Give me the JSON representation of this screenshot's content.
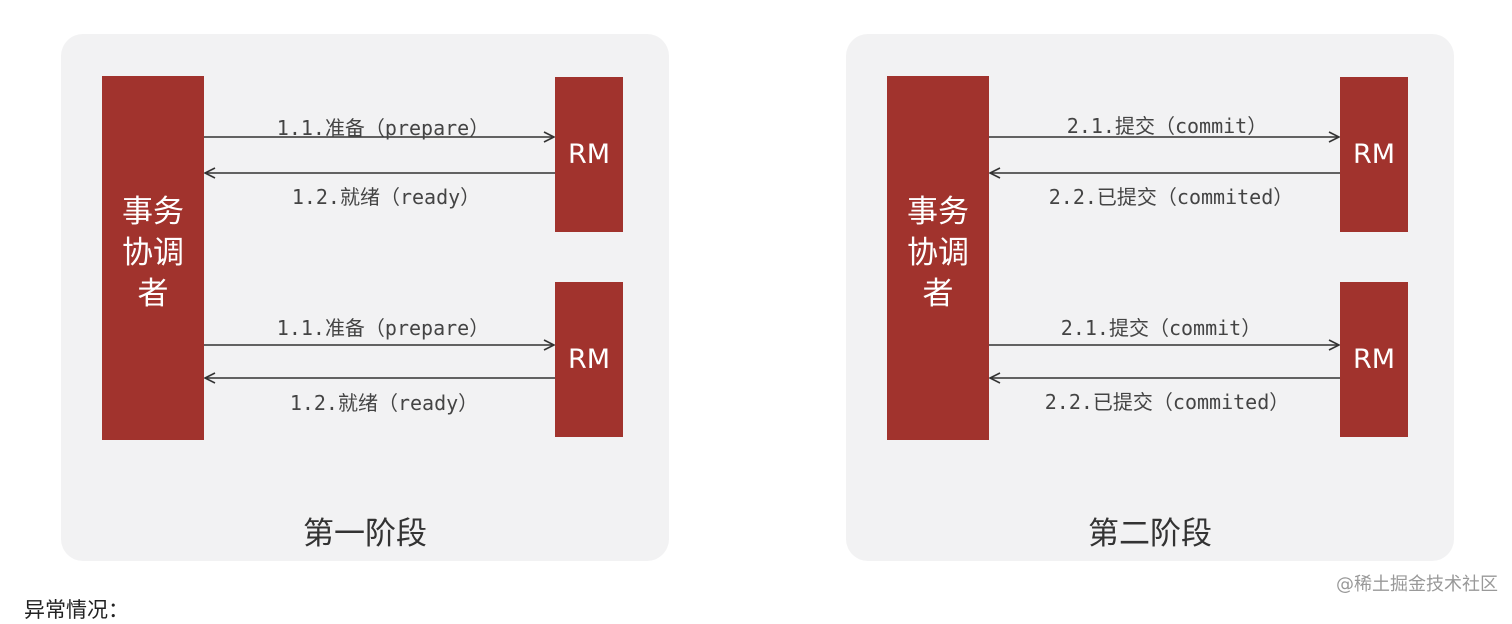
{
  "panels": [
    {
      "coordinator": "事务协调者",
      "rm_top": "RM",
      "rm_bottom": "RM",
      "top_forward": "1.1.准备（prepare）",
      "top_back": "1.2.就绪（ready）",
      "bottom_forward": "1.1.准备（prepare）",
      "bottom_back": "1.2.就绪（ready）",
      "stage": "第一阶段"
    },
    {
      "coordinator": "事务协调者",
      "rm_top": "RM",
      "rm_bottom": "RM",
      "top_forward": "2.1.提交（commit）",
      "top_back": "2.2.已提交（commited）",
      "bottom_forward": "2.1.提交（commit）",
      "bottom_back": "2.2.已提交（commited）",
      "stage": "第二阶段"
    }
  ],
  "watermark": "@稀土掘金技术社区",
  "footer_text": "异常情况："
}
